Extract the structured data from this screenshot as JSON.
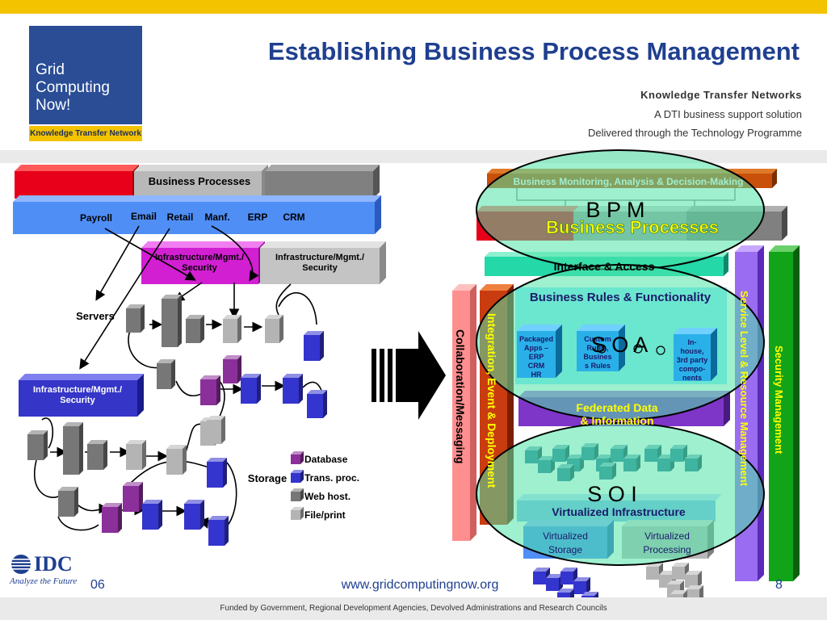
{
  "header": {
    "title": "Establishing Business Process Management",
    "logo_text": "Grid Computing Now!",
    "logo_ktn": "Knowledge Transfer Network",
    "ktn_lines": [
      "Knowledge Transfer Networks",
      "A DTI business support solution",
      "Delivered through the Technology Programme"
    ]
  },
  "left": {
    "business_processes": "Business Processes",
    "apps": [
      "Payroll",
      "Email",
      "Retail",
      "Manf.",
      "ERP",
      "CRM"
    ],
    "infra_magenta": [
      "Infrastructure/Mgmt./",
      "Security"
    ],
    "infra_grey": [
      "Infrastructure/Mgmt./",
      "Security"
    ],
    "infra_blue": [
      "Infrastructure/Mgmt./",
      "Security"
    ],
    "servers": "Servers",
    "storage": "Storage",
    "legend": [
      {
        "label": "Database",
        "color": "#8b2f9a"
      },
      {
        "label": "Trans. proc.",
        "color": "#3434cf"
      },
      {
        "label": "Web host.",
        "color": "#777777"
      },
      {
        "label": "File/print",
        "color": "#b4b4b4"
      }
    ]
  },
  "right": {
    "monitoring": "Business Monitoring, Analysis & Decision-Making",
    "bpm": "B P M",
    "business_processes": "Business Processes",
    "interface": "Interface & Access",
    "rules": "Business Rules & Functionality",
    "soa": "S O A",
    "packaged": [
      "Packaged",
      "Apps –",
      "ERP",
      "CRM",
      "HR"
    ],
    "custom": [
      "Custom",
      "Rules,",
      "Busines",
      "s Rules"
    ],
    "inhouse": [
      "In-",
      "house,",
      "3rd party",
      "compo-",
      "nents"
    ],
    "federated": [
      "Federated Data",
      "& Information"
    ],
    "soi": "S O I",
    "virtualized_infra": "Virtualized Infrastructure",
    "v_storage": [
      "Virtualized",
      "Storage"
    ],
    "v_processing": [
      "Virtualized",
      "Processing"
    ],
    "collaboration": "Collaboration/Messaging",
    "integration": "Integration, Event & Deployment",
    "service_level": "Service Level & Resource Management",
    "security": "Security Management"
  },
  "footer": {
    "url": "www.gridcomputingnow.org",
    "num_left": "06",
    "num_right": "8",
    "funded": "Funded by Government, Regional Development Agencies, Devolved Administrations and Research Councils",
    "idc": "IDC",
    "idc_tag": "Analyze the Future"
  },
  "colors": {
    "accent_yellow": "#f3c300",
    "brand_blue": "#1f3f8f",
    "oval_fill": "#4fe3a8"
  }
}
